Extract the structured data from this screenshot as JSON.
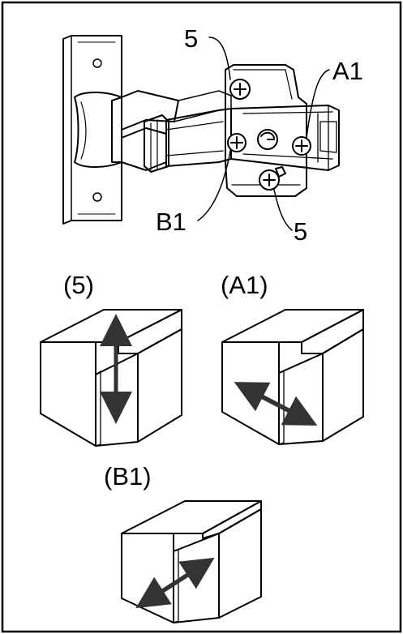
{
  "labels": {
    "screw_top": "5",
    "screw_bottom": "5",
    "a1": "A1",
    "b1": "B1"
  },
  "panels": {
    "p5": "(5)",
    "pa1": "(A1)",
    "pb1": "(B1)"
  },
  "colors": {
    "outline": "#000000",
    "face_light": "#f2f2f2",
    "face_mid": "#dcdcdc",
    "face_dark": "#c4c4c4",
    "arrow": "#333333"
  }
}
